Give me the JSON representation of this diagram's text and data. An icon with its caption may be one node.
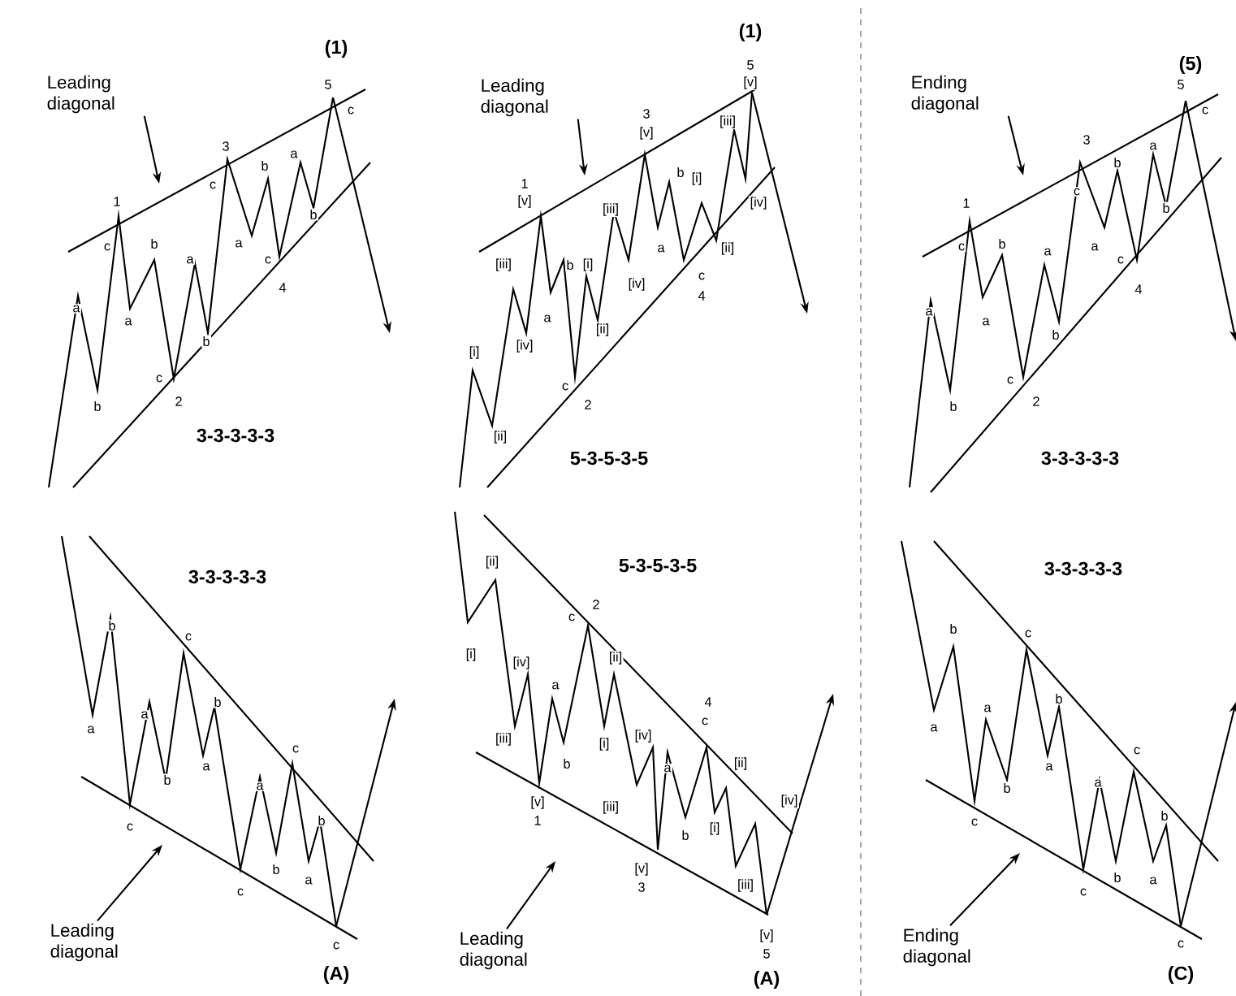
{
  "diagram": {
    "nodes": [
      {
        "text": [
          "Leading diagonal"
        ]
      },
      {
        "text": [
          "Leading diagonal"
        ]
      },
      {
        "text": [
          "Ending diagonal"
        ]
      },
      {
        "text": [
          "Leading diagonal"
        ]
      },
      {
        "text": [
          "Leading diagonal"
        ]
      },
      {
        "text": [
          "Ending diagonal"
        ]
      }
    ],
    "edges": [
      {
        "from": 0,
        "to": null,
        "arrow": "to"
      },
      {
        "from": 1,
        "to": null,
        "arrow": "to"
      },
      {
        "from": 2,
        "to": null,
        "arrow": "to"
      },
      {
        "from": 3,
        "to": null,
        "arrow": "to"
      },
      {
        "from": 4,
        "to": null,
        "arrow": "to"
      },
      {
        "from": 5,
        "to": null,
        "arrow": "to"
      }
    ],
    "labels": [
      "(1)",
      "a",
      "b",
      "c",
      "1",
      "a",
      "b",
      "c",
      "2",
      "a",
      "b",
      "c",
      "3",
      "a",
      "b",
      "c",
      "4",
      "a",
      "b",
      "5",
      "c",
      "3-3-3-3-3",
      "(1)",
      "5",
      "[v]",
      "[i]",
      "[ii]",
      "[iii]",
      "[iv]",
      "1",
      "[v]",
      "a",
      "b",
      "[i]",
      "[ii]",
      "c",
      "2",
      "[iii]",
      "[iv]",
      "3",
      "[v]",
      "a",
      "b",
      "[i]",
      "[ii]",
      "c",
      "4",
      "[iii]",
      "[iv]",
      "5-3-5-3-5",
      "(5)",
      "a",
      "b",
      "c",
      "1",
      "a",
      "b",
      "c",
      "2",
      "a",
      "b",
      "c",
      "3",
      "a",
      "b",
      "c",
      "4",
      "a",
      "b",
      "5",
      "c",
      "3-3-3-3-3",
      "3-3-3-3-3",
      "b",
      "a",
      "a",
      "c",
      "b",
      "c",
      "b",
      "a",
      "a",
      "c",
      "b",
      "c",
      "b",
      "a",
      "c",
      "(A)",
      "5-3-5-3-5",
      "[ii]",
      "[i]",
      "[iv]",
      "[iii]",
      "c",
      "2",
      "a",
      "b",
      "[v]",
      "1",
      "[ii]",
      "[i]",
      "[iv]",
      "[iii]",
      "4",
      "c",
      "a",
      "b",
      "[v]",
      "3",
      "[ii]",
      "[i]",
      "[iv]",
      "[iii]",
      "[v]",
      "5",
      "(A)",
      "3-3-3-3-3",
      "b",
      "a",
      "a",
      "c",
      "b",
      "c",
      "b",
      "a",
      "a",
      "c",
      "b",
      "c",
      "b",
      "a",
      "c",
      "(C)"
    ]
  }
}
